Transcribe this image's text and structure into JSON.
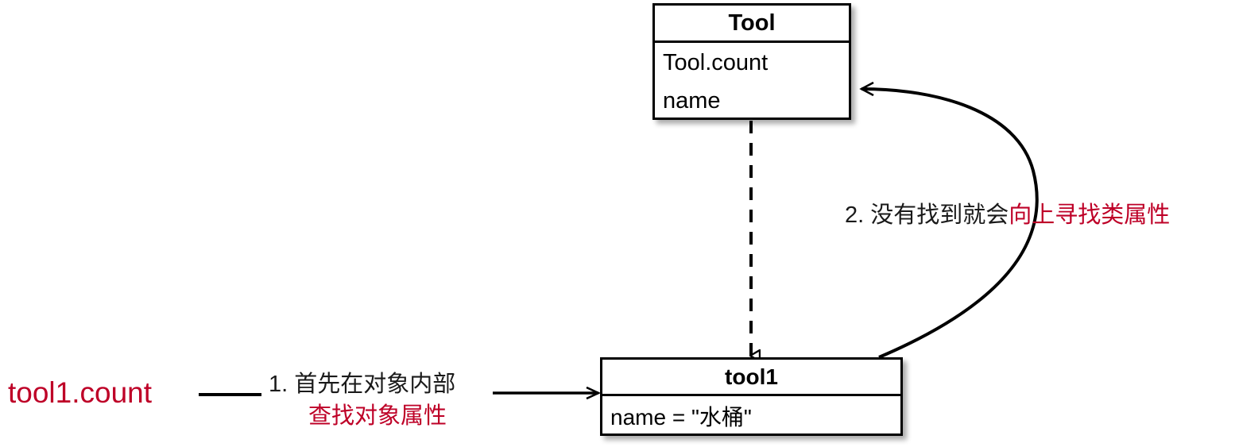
{
  "diagram": {
    "type": "uml-attribute-lookup",
    "colors": {
      "accent_red": "#BE0027",
      "text_black": "#1a1a1a",
      "stroke": "#000000",
      "background": "#ffffff"
    },
    "class_box": {
      "title": "Tool",
      "attributes": [
        "Tool.count",
        "name"
      ]
    },
    "instance_box": {
      "title": "tool1",
      "attributes": [
        "name = \"水桶\""
      ]
    },
    "expression_label": "tool1.count",
    "steps": [
      {
        "number": "1.",
        "black_text": "1. 首先在对象内部",
        "red_text": "查找对象属性"
      },
      {
        "number": "2.",
        "black_text": "2. 没有找到就会",
        "red_text": "向上寻找类属性"
      }
    ],
    "connectors": [
      {
        "name": "lookup-arrow",
        "from": "tool1.count expression",
        "to": "tool1 instance box",
        "style": "solid-line-open-triangle"
      },
      {
        "name": "instance-of-arrow",
        "from": "Tool class box",
        "to": "tool1 instance box",
        "style": "dashed-line-hollow-triangle"
      },
      {
        "name": "class-lookup-curve",
        "from": "tool1 instance box",
        "to": "Tool class box",
        "style": "curved-solid-open-arrow"
      }
    ]
  }
}
